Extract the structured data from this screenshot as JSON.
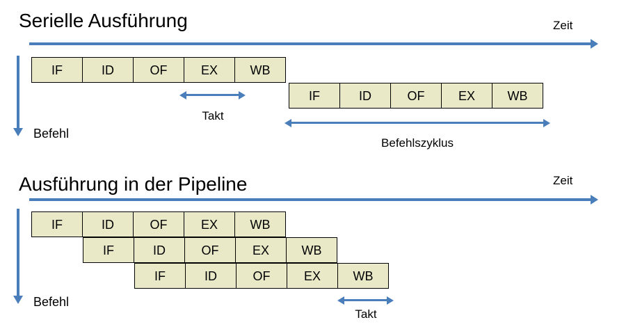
{
  "slide": {
    "background_color": "#FFFFFF",
    "accent_color": "#4A7EBB",
    "box_fill_color": "#E9E9C8",
    "box_border_color": "#000000"
  },
  "serial": {
    "title": "Serielle Ausführung",
    "time_axis_label": "Zeit",
    "instruction_axis_label": "Befehl",
    "rows": [
      {
        "stages": [
          "IF",
          "ID",
          "OF",
          "EX",
          "WB"
        ]
      },
      {
        "stages": [
          "IF",
          "ID",
          "OF",
          "EX",
          "WB"
        ]
      }
    ],
    "measures": [
      {
        "label": "Takt"
      },
      {
        "label": "Befehlszyklus"
      }
    ]
  },
  "pipeline": {
    "title": "Ausführung in der Pipeline",
    "time_axis_label": "Zeit",
    "instruction_axis_label": "Befehl",
    "rows": [
      {
        "stages": [
          "IF",
          "ID",
          "OF",
          "EX",
          "WB"
        ]
      },
      {
        "stages": [
          "IF",
          "ID",
          "OF",
          "EX",
          "WB"
        ]
      },
      {
        "stages": [
          "IF",
          "ID",
          "OF",
          "EX",
          "WB"
        ]
      }
    ],
    "measures": [
      {
        "label": "Takt"
      }
    ]
  }
}
